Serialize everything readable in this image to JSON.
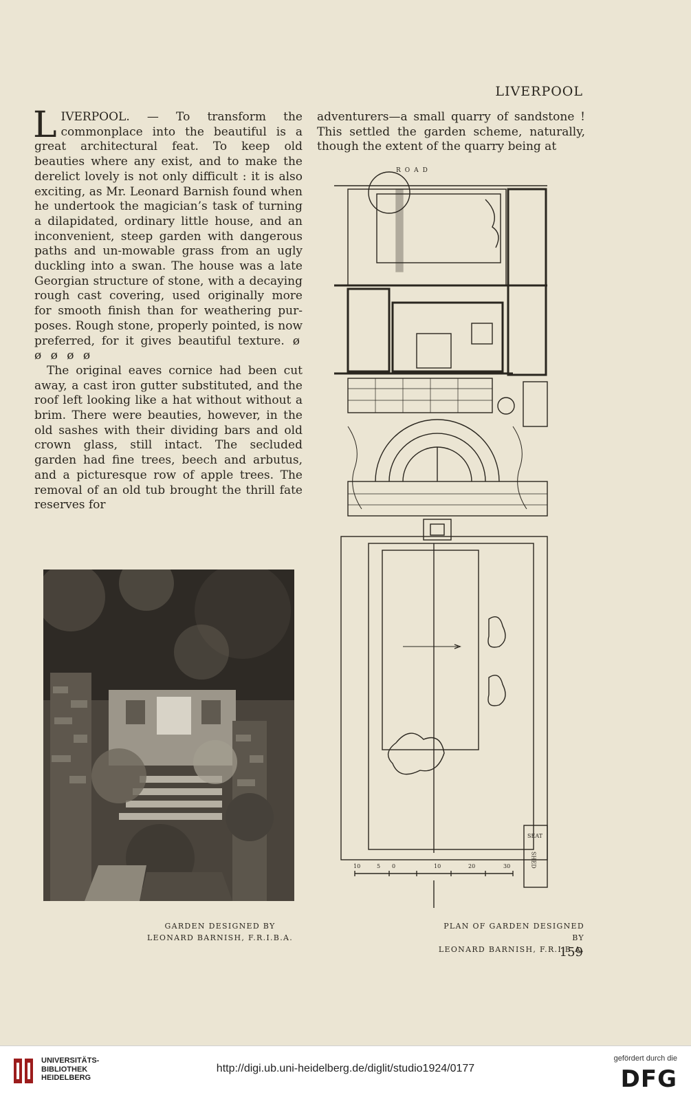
{
  "header": {
    "running_head": "LIVERPOOL"
  },
  "article": {
    "dropcap": "L",
    "para1_rest": "IVERPOOL. — To transform the commonplace into the beautiful is a great architectural feat. To keep old beauties where any exist, and to make the derelict lovely is not only difficult : it is also exciting, as Mr. Leonard Barnish found when he undertook the magician’s task of turning a dilapidated, ordinary little house, and an inconvenient, steep garden with dangerous paths and un-mowable grass from an ugly duckling into a swan. The house was a late Georgian structure of stone, with a decaying rough cast covering, used originally more for smooth finish than for weathering pur-poses. Rough stone, properly pointed, is now preferred, for it gives beautiful texture.",
    "leaves": "ø ø ø ø ø",
    "para2": "The original eaves cornice had been cut away, a cast iron gutter substituted, and the roof left looking like a hat without without a brim. There were beauties, however, in the old sashes with their dividing bars and old crown glass, still intact. The secluded garden had fine trees, beech and arbutus, and a picturesque row of apple trees. The removal of an old tub brought the thrill fate reserves for",
    "right_col": "adventurers—a small quarry of sandstone ! This settled the garden scheme, naturally, though the extent of the quarry being at"
  },
  "plan_labels": {
    "road": "ROAD",
    "seat": "SEAT",
    "shed": "SHED",
    "scale": [
      "10",
      "5",
      "0",
      "10",
      "20",
      "30"
    ]
  },
  "captions": {
    "left_line1": "GARDEN DESIGNED BY",
    "left_line2": "LEONARD BARNISH, F.R.I.B.A.",
    "right_line1": "PLAN OF GARDEN DESIGNED BY",
    "right_line2": "LEONARD BARNISH, F.R.I.B.A."
  },
  "page_number": "159",
  "footer": {
    "library_line1": "UNIVERSITÄTS-",
    "library_line2": "BIBLIOTHEK",
    "library_line3": "HEIDELBERG",
    "url": "http://digi.ub.uni-heidelberg.de/diglit/studio1924/0177",
    "funded_by": "gefördert durch die",
    "dfg": "DFG"
  }
}
